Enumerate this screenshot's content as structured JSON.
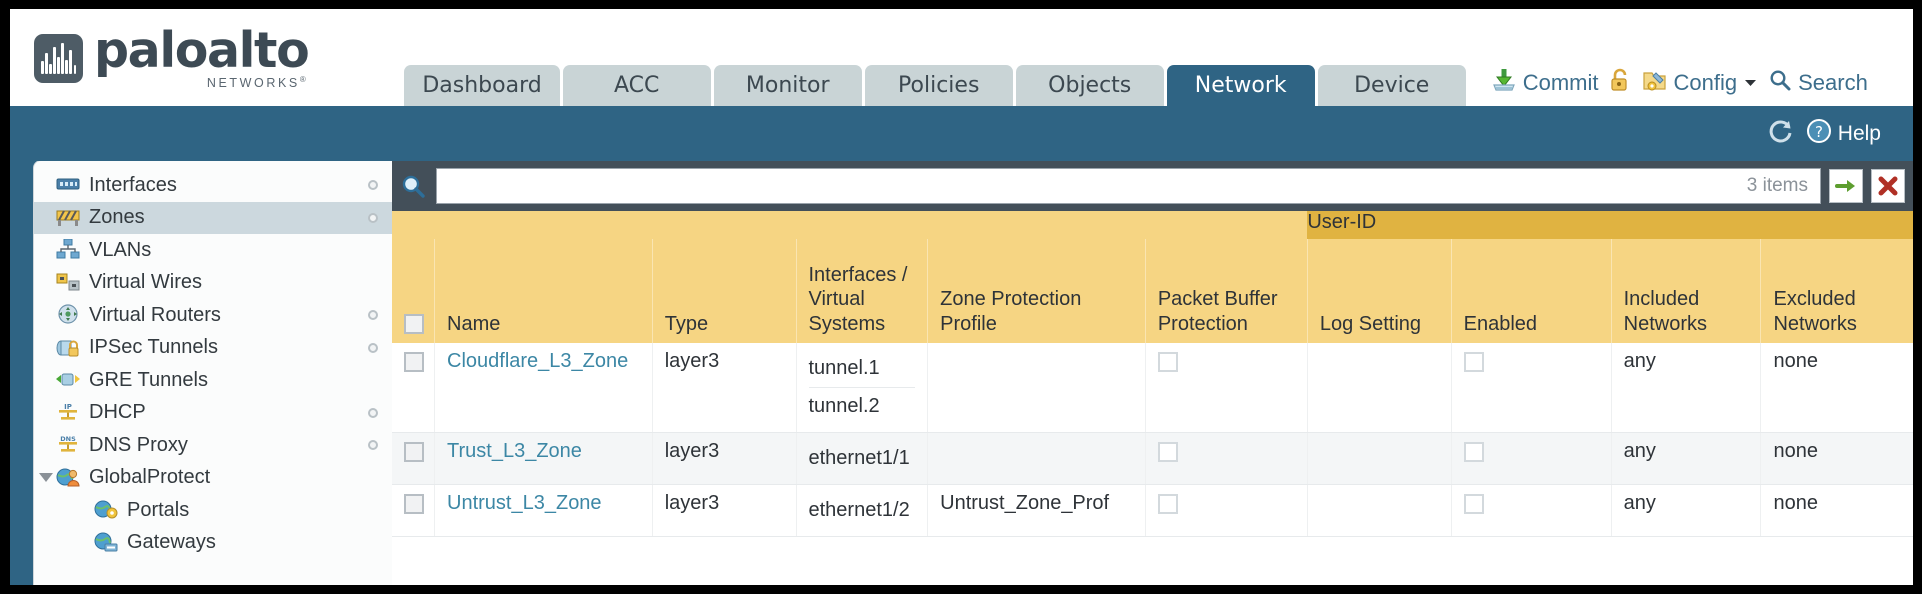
{
  "brand": {
    "name": "paloalto",
    "tagline": "NETWORKS",
    "registered": "®"
  },
  "header": {
    "tabs": [
      {
        "label": "Dashboard",
        "active": false
      },
      {
        "label": "ACC",
        "active": false
      },
      {
        "label": "Monitor",
        "active": false
      },
      {
        "label": "Policies",
        "active": false
      },
      {
        "label": "Objects",
        "active": false
      },
      {
        "label": "Network",
        "active": true
      },
      {
        "label": "Device",
        "active": false
      }
    ],
    "actions": {
      "commit": "Commit",
      "config": "Config",
      "search": "Search",
      "lock_icon": "padlock-icon",
      "commit_icon": "commit-download-icon",
      "config_icon": "config-wrench-icon",
      "search_icon": "magnifier-icon",
      "dropdown_caret": "chevron-down-icon"
    },
    "band": {
      "refresh_icon": "refresh-icon",
      "help_label": "Help",
      "help_icon": "help-question-icon"
    }
  },
  "sidebar": {
    "items": [
      {
        "label": "Interfaces",
        "icon": "interfaces-icon",
        "selected": false,
        "dot": true,
        "child": false,
        "twisty": false
      },
      {
        "label": "Zones",
        "icon": "zones-icon",
        "selected": true,
        "dot": true,
        "child": false,
        "twisty": false
      },
      {
        "label": "VLANs",
        "icon": "vlans-icon",
        "selected": false,
        "dot": false,
        "child": false,
        "twisty": false
      },
      {
        "label": "Virtual Wires",
        "icon": "virtual-wires-icon",
        "selected": false,
        "dot": false,
        "child": false,
        "twisty": false
      },
      {
        "label": "Virtual Routers",
        "icon": "virtual-routers-icon",
        "selected": false,
        "dot": true,
        "child": false,
        "twisty": false
      },
      {
        "label": "IPSec Tunnels",
        "icon": "ipsec-tunnels-icon",
        "selected": false,
        "dot": true,
        "child": false,
        "twisty": false
      },
      {
        "label": "GRE Tunnels",
        "icon": "gre-tunnels-icon",
        "selected": false,
        "dot": false,
        "child": false,
        "twisty": false
      },
      {
        "label": "DHCP",
        "icon": "dhcp-icon",
        "selected": false,
        "dot": true,
        "child": false,
        "twisty": false
      },
      {
        "label": "DNS Proxy",
        "icon": "dns-proxy-icon",
        "selected": false,
        "dot": true,
        "child": false,
        "twisty": false
      },
      {
        "label": "GlobalProtect",
        "icon": "globalprotect-icon",
        "selected": false,
        "dot": false,
        "child": false,
        "twisty": true
      },
      {
        "label": "Portals",
        "icon": "portals-icon",
        "selected": false,
        "dot": false,
        "child": true,
        "twisty": false
      },
      {
        "label": "Gateways",
        "icon": "gateways-icon",
        "selected": false,
        "dot": false,
        "child": true,
        "twisty": false
      }
    ]
  },
  "search": {
    "value": "",
    "placeholder": "",
    "item_count": "3 items",
    "apply_icon": "green-arrow-apply-icon",
    "clear_icon": "red-x-clear-icon"
  },
  "table": {
    "group_header": "User-ID",
    "columns": [
      "Name",
      "Type",
      "Interfaces / Virtual Systems",
      "Zone Protection Profile",
      "Packet Buffer Protection",
      "Log Setting",
      "Enabled",
      "Included Networks",
      "Excluded Networks"
    ],
    "select_all_checkbox": "select-all-checkbox",
    "rows": [
      {
        "name": "Cloudflare_L3_Zone",
        "type": "layer3",
        "interfaces": [
          "tunnel.1",
          "tunnel.2"
        ],
        "zone_protection_profile": "",
        "packet_buffer_protection": false,
        "log_setting": "",
        "userid_enabled": false,
        "included_networks": "any",
        "excluded_networks": "none"
      },
      {
        "name": "Trust_L3_Zone",
        "type": "layer3",
        "interfaces": [
          "ethernet1/1"
        ],
        "zone_protection_profile": "",
        "packet_buffer_protection": false,
        "log_setting": "",
        "userid_enabled": false,
        "included_networks": "any",
        "excluded_networks": "none"
      },
      {
        "name": "Untrust_L3_Zone",
        "type": "layer3",
        "interfaces": [
          "ethernet1/2"
        ],
        "zone_protection_profile": "Untrust_Zone_Prof",
        "packet_buffer_protection": false,
        "log_setting": "",
        "userid_enabled": false,
        "included_networks": "any",
        "excluded_networks": "none"
      }
    ]
  },
  "colors": {
    "brand_blue": "#2f6484",
    "header_gold": "#f6d583",
    "group_gold": "#e0b341",
    "link_teal": "#3c87a5",
    "panel_dark": "#434f59"
  }
}
